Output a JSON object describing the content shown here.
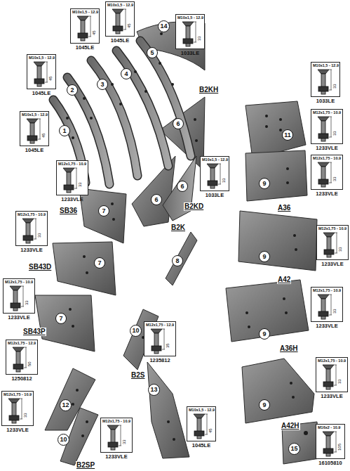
{
  "diagram": {
    "nodes": [
      {
        "text": [
          "14"
        ]
      },
      {
        "text": [
          "M10x1,5 - 12.9",
          "45",
          "1045LE"
        ]
      },
      {
        "text": [
          "M10x1,5 - 12.9",
          "45",
          "1045LE"
        ]
      },
      {
        "text": [
          "5"
        ]
      },
      {
        "text": [
          "M10x1,5 - 12.9",
          "33",
          "1033LE"
        ]
      },
      {
        "text": [
          "4"
        ]
      },
      {
        "text": [
          "3"
        ]
      },
      {
        "text": [
          "2"
        ]
      },
      {
        "text": [
          "M10x1,5 - 12.9",
          "45",
          "1045LE"
        ]
      },
      {
        "text": [
          "M10x1,5 - 12.9",
          "33",
          "1033LE"
        ]
      },
      {
        "text": [
          "6"
        ]
      },
      {
        "text": [
          "11"
        ]
      },
      {
        "text": [
          "M12x1,75 - 10.9",
          "33",
          "1233VLE"
        ]
      },
      {
        "text": [
          "1"
        ]
      },
      {
        "text": [
          "M10x1,5 - 12.9",
          "45",
          "1045LE"
        ]
      },
      {
        "text": [
          "M12x1,75 - 10.9",
          "33",
          "1233VLE"
        ]
      },
      {
        "text": [
          "M12x1,75 - 10.9",
          "33",
          "1233VLE"
        ]
      },
      {
        "text": [
          "M10x1,5 - 12.9",
          "33",
          "1033LE"
        ]
      },
      {
        "text": [
          "9"
        ]
      },
      {
        "text": [
          "6"
        ]
      },
      {
        "text": [
          "6"
        ]
      },
      {
        "text": [
          "7"
        ]
      },
      {
        "text": [
          "M12x1,75 - 10.9",
          "33",
          "1233VLE"
        ]
      },
      {
        "text": [
          "M12x1,75 - 10.9",
          "33",
          "1233VLE"
        ]
      },
      {
        "text": [
          "9"
        ]
      },
      {
        "text": [
          "8"
        ]
      },
      {
        "text": [
          "7"
        ]
      },
      {
        "text": [
          "M12x1,75 - 10.9",
          "33",
          "1233VLE"
        ]
      },
      {
        "text": [
          "M12x1,75 - 10.9",
          "33",
          "1233VLE"
        ]
      },
      {
        "text": [
          "7"
        ]
      },
      {
        "text": [
          "M12x1,75 - 12.9",
          "35",
          "1235812"
        ]
      },
      {
        "text": [
          "10"
        ]
      },
      {
        "text": [
          "9"
        ]
      },
      {
        "text": [
          "M12x1,75 - 12.9",
          "50",
          "1250812"
        ]
      },
      {
        "text": [
          "M12x1,75 - 10.9",
          "33",
          "1233VLE"
        ]
      },
      {
        "text": [
          "13"
        ]
      },
      {
        "text": [
          "M12x1,75 - 10.9",
          "33",
          "1233VLE"
        ]
      },
      {
        "text": [
          "12"
        ]
      },
      {
        "text": [
          "9"
        ]
      },
      {
        "text": [
          "M10x1,5 - 12.9",
          "45",
          "1045LE"
        ]
      },
      {
        "text": [
          "M12x1,75 - 10.9",
          "33",
          "1233VLE"
        ]
      },
      {
        "text": [
          "M16x2 - 10.9",
          "105",
          "16105810"
        ]
      },
      {
        "text": [
          "15"
        ]
      },
      {
        "text": [
          "10"
        ]
      }
    ],
    "labels": [
      "B2KH",
      "SB36",
      "B2KD",
      "B2K",
      "A36",
      "SB43D",
      "A42",
      "SB43P",
      "A36H",
      "B2S",
      "A42H",
      "B2SP"
    ]
  }
}
